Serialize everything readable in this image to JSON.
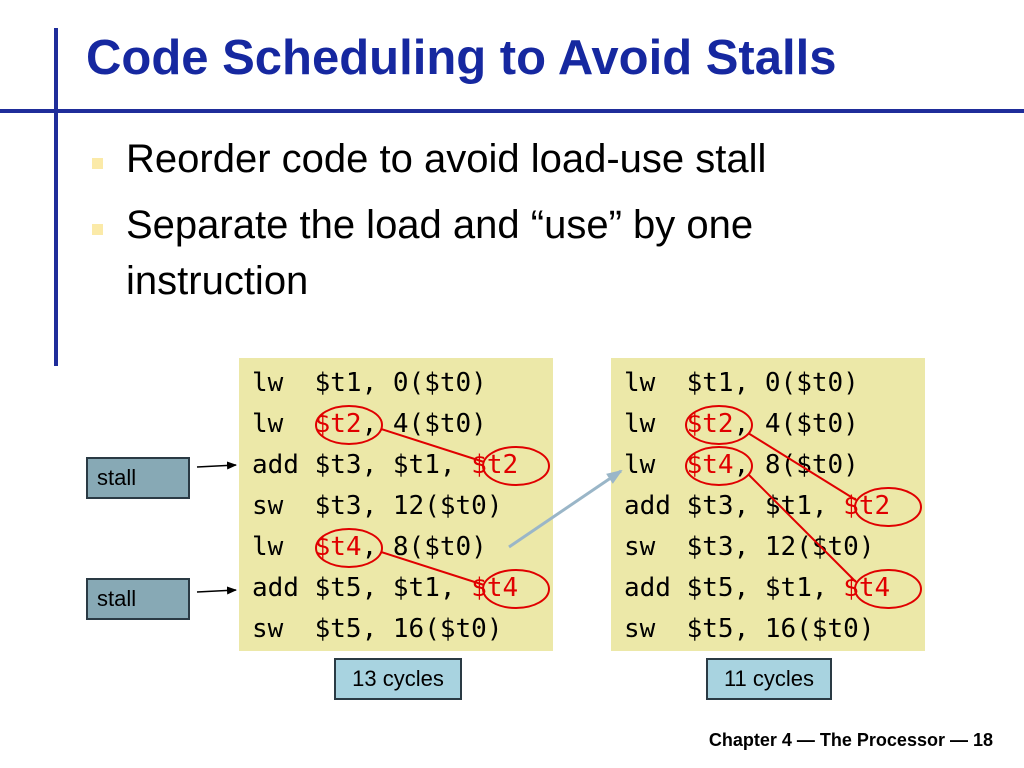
{
  "slide": {
    "title": "Code Scheduling to Avoid Stalls",
    "bullets": [
      "Reorder code to avoid load-use stall",
      "Separate the load and “use” by one",
      "instruction"
    ],
    "footer": "Chapter 4 — The Processor — 18"
  },
  "left_code": {
    "lines": [
      {
        "op": "lw",
        "a": "$t1",
        "rest": "0($t0)"
      },
      {
        "op": "lw",
        "a": "$t2",
        "rest": "4($t0)"
      },
      {
        "op": "add",
        "a": "$t3",
        "b": "$t1",
        "c": "$t2"
      },
      {
        "op": "sw",
        "a": "$t3",
        "rest": "12($t0)"
      },
      {
        "op": "lw",
        "a": "$t4",
        "rest": "8($t0)"
      },
      {
        "op": "add",
        "a": "$t5",
        "b": "$t1",
        "c": "$t4"
      },
      {
        "op": "sw",
        "a": "$t5",
        "rest": "16($t0)"
      }
    ],
    "cycles_label": "13 cycles",
    "stall_label_1": "stall",
    "stall_label_2": "stall"
  },
  "right_code": {
    "lines": [
      {
        "op": "lw",
        "a": "$t1",
        "rest": "0($t0)"
      },
      {
        "op": "lw",
        "a": "$t2",
        "rest": "4($t0)"
      },
      {
        "op": "lw",
        "a": "$t4",
        "rest": "8($t0)"
      },
      {
        "op": "add",
        "a": "$t3",
        "b": "$t1",
        "c": "$t2"
      },
      {
        "op": "sw",
        "a": "$t3",
        "rest": "12($t0)"
      },
      {
        "op": "add",
        "a": "$t5",
        "b": "$t1",
        "c": "$t4"
      },
      {
        "op": "sw",
        "a": "$t5",
        "rest": "16($t0)"
      }
    ],
    "cycles_label": "11 cycles"
  },
  "colors": {
    "title": "#1628a0",
    "highlight": "#e00000",
    "code_background": "#ece8a8",
    "stall_box": "#87a9b5",
    "cycles_box": "#a8d3e0",
    "move_arrow": "#9ab6c8"
  }
}
